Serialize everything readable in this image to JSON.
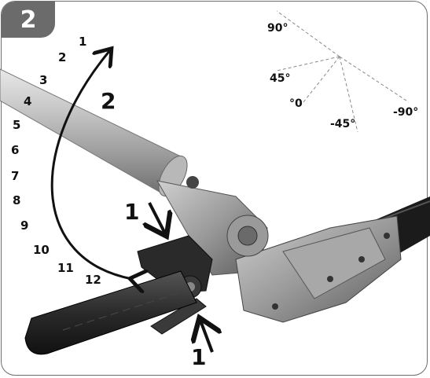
{
  "step_number": "2",
  "position_numbers": [
    "1",
    "2",
    "3",
    "4",
    "5",
    "6",
    "7",
    "8",
    "9",
    "10",
    "11",
    "12"
  ],
  "angle_labels": {
    "a90": "90°",
    "a45": "45°",
    "a0": "°0",
    "am45": "-45°",
    "am90": "-90°"
  },
  "callouts": {
    "step_two_arrow_label": "2",
    "step_one_top": "1",
    "step_one_bottom": "1"
  },
  "colors": {
    "badge": "#6b6b6b",
    "frame_border": "#6e6e6e",
    "ink": "#111111"
  },
  "icons": [
    "curved-arrow-icon",
    "down-arrow-icon",
    "up-arrow-icon"
  ]
}
